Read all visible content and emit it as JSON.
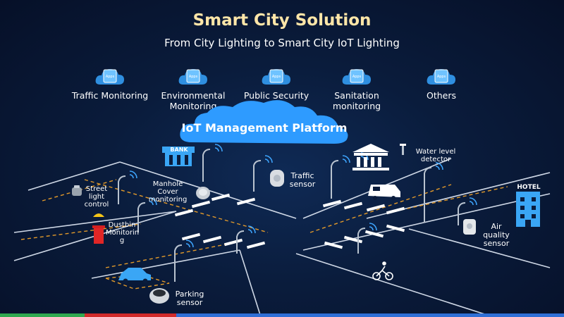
{
  "header": {
    "title": "Smart City Solution",
    "subtitle": "From City Lighting to Smart City IoT Lighting"
  },
  "apps": [
    {
      "label": "Traffic Monitoring",
      "icon": "apps-cloud-icon"
    },
    {
      "label": "Environmental\nMonitoring",
      "icon": "apps-cloud-icon"
    },
    {
      "label": "Public Security",
      "icon": "apps-cloud-icon"
    },
    {
      "label": "Sanitation\nmonitoring",
      "icon": "apps-cloud-icon"
    },
    {
      "label": "Others",
      "icon": "apps-cloud-icon"
    }
  ],
  "app_icon_text": "Apps",
  "platform": {
    "label": "IoT Management Platform"
  },
  "buildings": {
    "bank": "BANK",
    "hotel": "HOTEL"
  },
  "sensors": {
    "street_light_control": "Street light\ncontrol",
    "manhole": "Manhole\nCover monitoring",
    "traffic": "Traffic\nsensor",
    "water_level": "Water level\ndetector",
    "dustbin": "Dustbin\nMonitorin\ng",
    "air_quality": "Air quality\nsensor",
    "parking": "Parking\nsensor"
  },
  "colors": {
    "title": "#ffe6a8",
    "cloud": "#2e9bff",
    "icon_blue": "#33a0f0",
    "footer": [
      "#2fa84f",
      "#d12a2a",
      "#2f6fd6"
    ]
  }
}
